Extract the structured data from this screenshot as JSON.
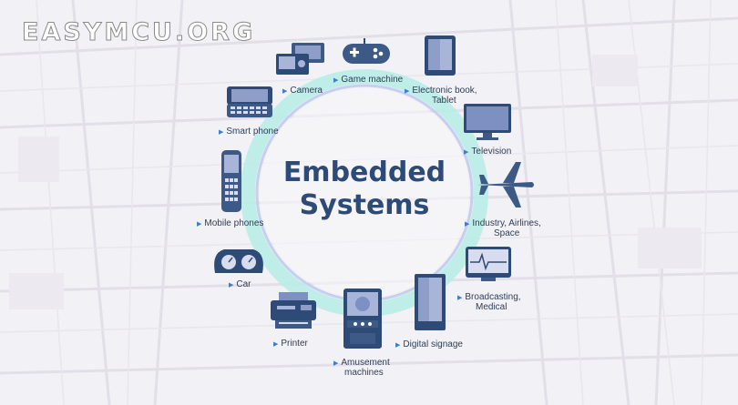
{
  "watermark": "EASYMCU.ORG",
  "center_title": [
    "Embedded",
    "Systems"
  ],
  "accent_ring": "#b9ece6",
  "accent_ring_inner": "#c6cff0",
  "items": [
    {
      "label": [
        "Game machine"
      ],
      "icon": "gamepad-icon"
    },
    {
      "label": [
        "Electronic book,",
        "Tablet"
      ],
      "icon": "tablet-icon"
    },
    {
      "label": [
        "Television"
      ],
      "icon": "television-icon"
    },
    {
      "label": [
        "Industry, Airlines,",
        "Space"
      ],
      "icon": "airplane-icon"
    },
    {
      "label": [
        "Broadcasting,",
        "Medical"
      ],
      "icon": "monitor-ecg-icon"
    },
    {
      "label": [
        "Digital signage"
      ],
      "icon": "signage-icon"
    },
    {
      "label": [
        "Amusement",
        "machines"
      ],
      "icon": "arcade-icon"
    },
    {
      "label": [
        "Printer"
      ],
      "icon": "printer-icon"
    },
    {
      "label": [
        "Car"
      ],
      "icon": "dashboard-icon"
    },
    {
      "label": [
        "Mobile phones"
      ],
      "icon": "mobile-phone-icon"
    },
    {
      "label": [
        "Smart phone"
      ],
      "icon": "smartphone-icon"
    },
    {
      "label": [
        "Camera"
      ],
      "icon": "camera-icon"
    }
  ]
}
